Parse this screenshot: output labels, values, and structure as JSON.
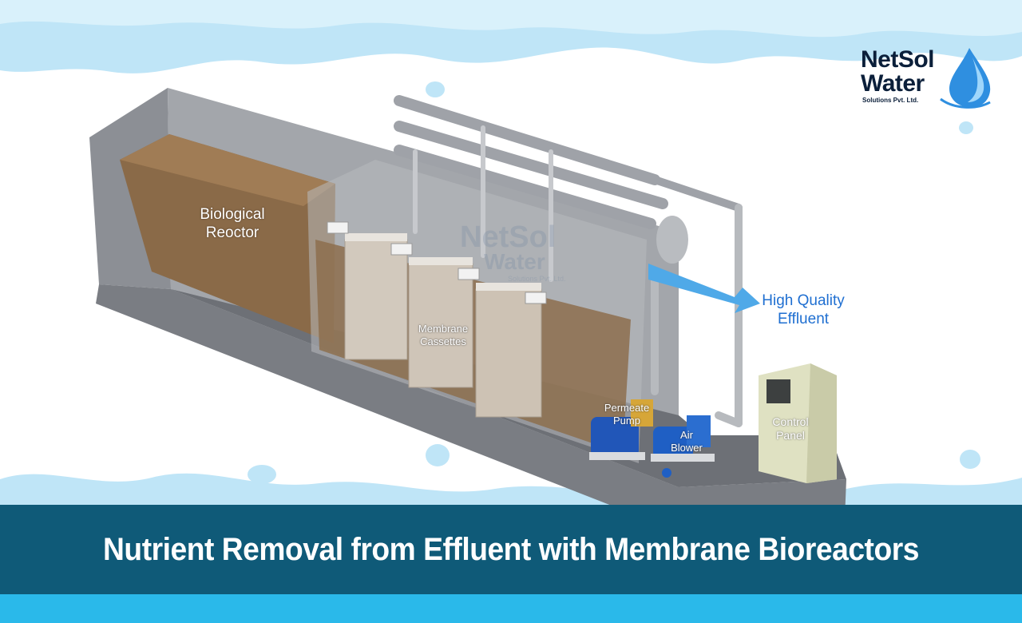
{
  "logo": {
    "line1": "NetSol",
    "line2": "Water",
    "tagline": "Solutions Pvt. Ltd."
  },
  "watermark": {
    "line1": "NetSol",
    "line2": "Water",
    "tagline": "Solutions Pvt. Ltd."
  },
  "labels": {
    "biological_reactor": "Biological\nReoctor",
    "membrane_cassettes": "Membrane\nCassettes",
    "high_quality_effluent": "High Quality\nEffluent",
    "permeate_pump": "Permeate\nPump",
    "air_blower": "Air\nBlower",
    "control_panel": "Control\nPanel"
  },
  "banner": {
    "title": "Nutrient Removal from Effluent with Membrane Bioreactors Technology"
  },
  "colors": {
    "banner": "#0f5a78",
    "wave": "#bfe5f7",
    "accent": "#2ab9ea",
    "effluent_text": "#1f6fd1"
  }
}
